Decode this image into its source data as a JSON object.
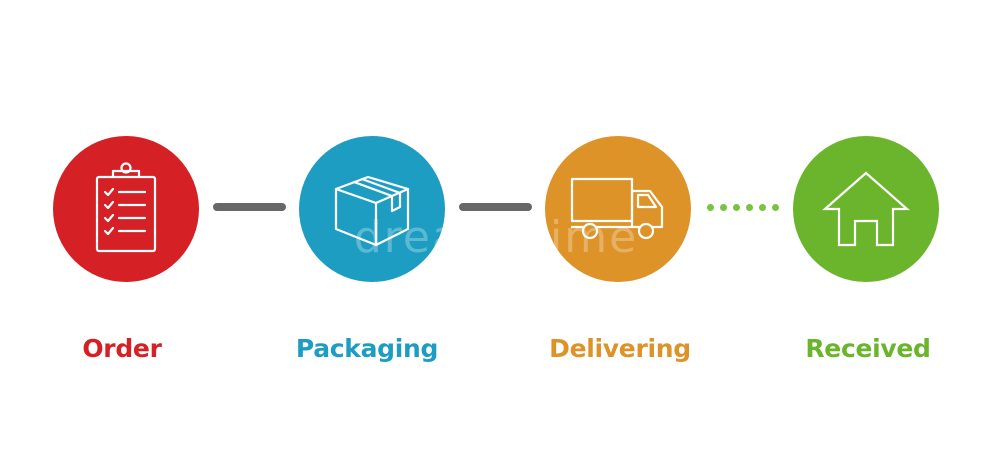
{
  "colors": {
    "order": "#D52126",
    "packaging": "#1E9DC2",
    "delivering": "#DD9327",
    "received": "#6BB52C",
    "connector": "#676767",
    "dots": "#79C340"
  },
  "steps": [
    {
      "label": "Order",
      "icon": "clipboard-checklist-icon"
    },
    {
      "label": "Packaging",
      "icon": "box-icon"
    },
    {
      "label": "Delivering",
      "icon": "truck-icon"
    },
    {
      "label": "Received",
      "icon": "house-icon"
    }
  ],
  "watermark": "dreamstime"
}
